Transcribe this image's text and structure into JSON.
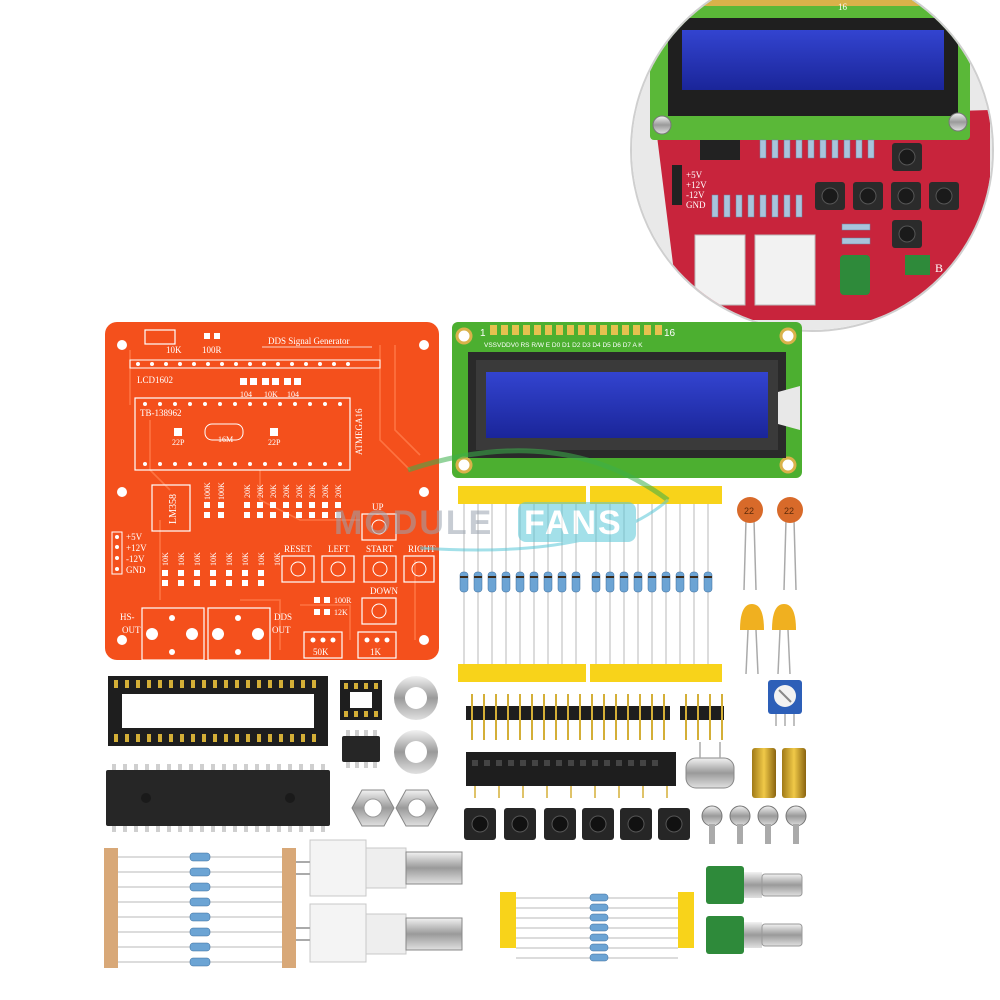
{
  "colors": {
    "pcb": "#f4501c",
    "pcb_green": "#4caf30",
    "lcd_blue": "#2233b8",
    "yellow_tape": "#f8d31a",
    "ic_black": "#262626",
    "watermark": "#58c8d8"
  },
  "pcb": {
    "title": "DDS Signal Generator",
    "lcd_label": "LCD1602",
    "tb_label": "TB-138962",
    "chip_label": "ATMEGA16",
    "crystal_label": "16M",
    "cap_left": "22P",
    "cap_right": "22P",
    "top_r1": "10K",
    "top_r2": "100R",
    "top_caps": [
      "104",
      "10K",
      "104"
    ],
    "opamp_label": "LM358",
    "r_100k_a": "100K",
    "r_100k_b": "100K",
    "r_20k": [
      "20K",
      "20K",
      "20K",
      "20K",
      "20K",
      "20K",
      "20K",
      "20K"
    ],
    "r_10k": [
      "10K",
      "10K",
      "10K",
      "10K",
      "10K",
      "10K",
      "10K",
      "10K"
    ],
    "power_pins": [
      "+5V",
      "+12V",
      "-12V",
      "GND"
    ],
    "buttons": {
      "up": "UP",
      "reset": "RESET",
      "left": "LEFT",
      "start": "START",
      "right": "RIGHT",
      "down": "DOWN"
    },
    "r_100r": "100R",
    "r_12k": "12K",
    "hs_out": [
      "HS-",
      "OUT"
    ],
    "dds_out": [
      "DDS",
      "OUT"
    ],
    "pot_50k": "50K",
    "pot_1k": "1K"
  },
  "lcd": {
    "pin_first": "1",
    "pin_last": "16",
    "pins_label": "VSSVDDV0 RS R/W E D0 D1 D2 D3 D4 D5 D6 D7 A K"
  },
  "inset": {
    "power_pins": [
      "+5V",
      "+12V",
      "-12V",
      "GND"
    ],
    "pin_16": "16",
    "corner_label": "B"
  },
  "ceramic_cap_label": "22",
  "watermark": {
    "part1": "MODULE",
    "part2": "FANS"
  }
}
